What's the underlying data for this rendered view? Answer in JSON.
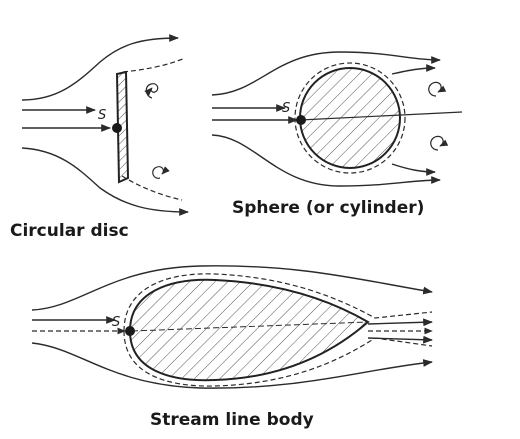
{
  "figures": {
    "disc": {
      "caption": "Circular disc",
      "point_label": "S"
    },
    "sphere": {
      "caption": "Sphere (or cylinder)",
      "point_label": "S"
    },
    "streamline": {
      "caption": "Stream line body",
      "point_label": "S"
    }
  },
  "colors": {
    "ink": "#2b2b2b",
    "hatch": "#555555",
    "background": "#ffffff"
  }
}
